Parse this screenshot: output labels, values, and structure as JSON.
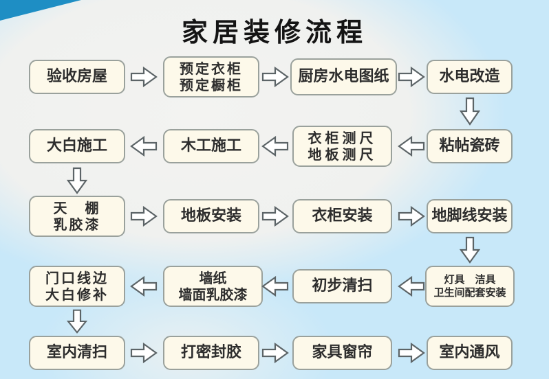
{
  "title": "家居装修流程",
  "colors": {
    "background": "#c8e8f9",
    "corner_accent": "#1e8ec4",
    "cloud_highlight": "#f2f2f0",
    "box_fill": "#fdf9ea",
    "box_border": "#9aa19c",
    "text": "#2d2d2d",
    "arrow_outline": "#5c6467",
    "arrow_fill": "#ffffff"
  },
  "rows": [
    {
      "direction": "right",
      "steps": [
        {
          "text": "验收房屋"
        },
        {
          "text": "预定衣柜\n预定橱柜"
        },
        {
          "text": "厨房水电图纸"
        },
        {
          "text": "水电改造"
        }
      ],
      "down_connector_after": "水电改造"
    },
    {
      "direction": "left",
      "steps": [
        {
          "text": "大白施工"
        },
        {
          "text": "木工施工"
        },
        {
          "text": "衣柜测尺\n地板测尺"
        },
        {
          "text": "粘帖瓷砖"
        }
      ],
      "down_connector_after": "大白施工"
    },
    {
      "direction": "right",
      "steps": [
        {
          "text": "天　棚\n乳胶漆"
        },
        {
          "text": "地板安装"
        },
        {
          "text": "衣柜安装"
        },
        {
          "text": "地脚线安装"
        }
      ],
      "down_connector_after": "地脚线安装"
    },
    {
      "direction": "left",
      "steps": [
        {
          "text": "门口线边\n大白修补"
        },
        {
          "text": "墙纸\n墙面乳胶漆"
        },
        {
          "text": "初步清扫"
        },
        {
          "text": "灯具　洁具\n卫生间配套安装"
        }
      ],
      "down_connector_after": "门口线边大白修补"
    },
    {
      "direction": "right",
      "steps": [
        {
          "text": "室内清扫"
        },
        {
          "text": "打密封胶"
        },
        {
          "text": "家具窗帘"
        },
        {
          "text": "室内通风"
        }
      ],
      "down_connector_after": null
    }
  ]
}
